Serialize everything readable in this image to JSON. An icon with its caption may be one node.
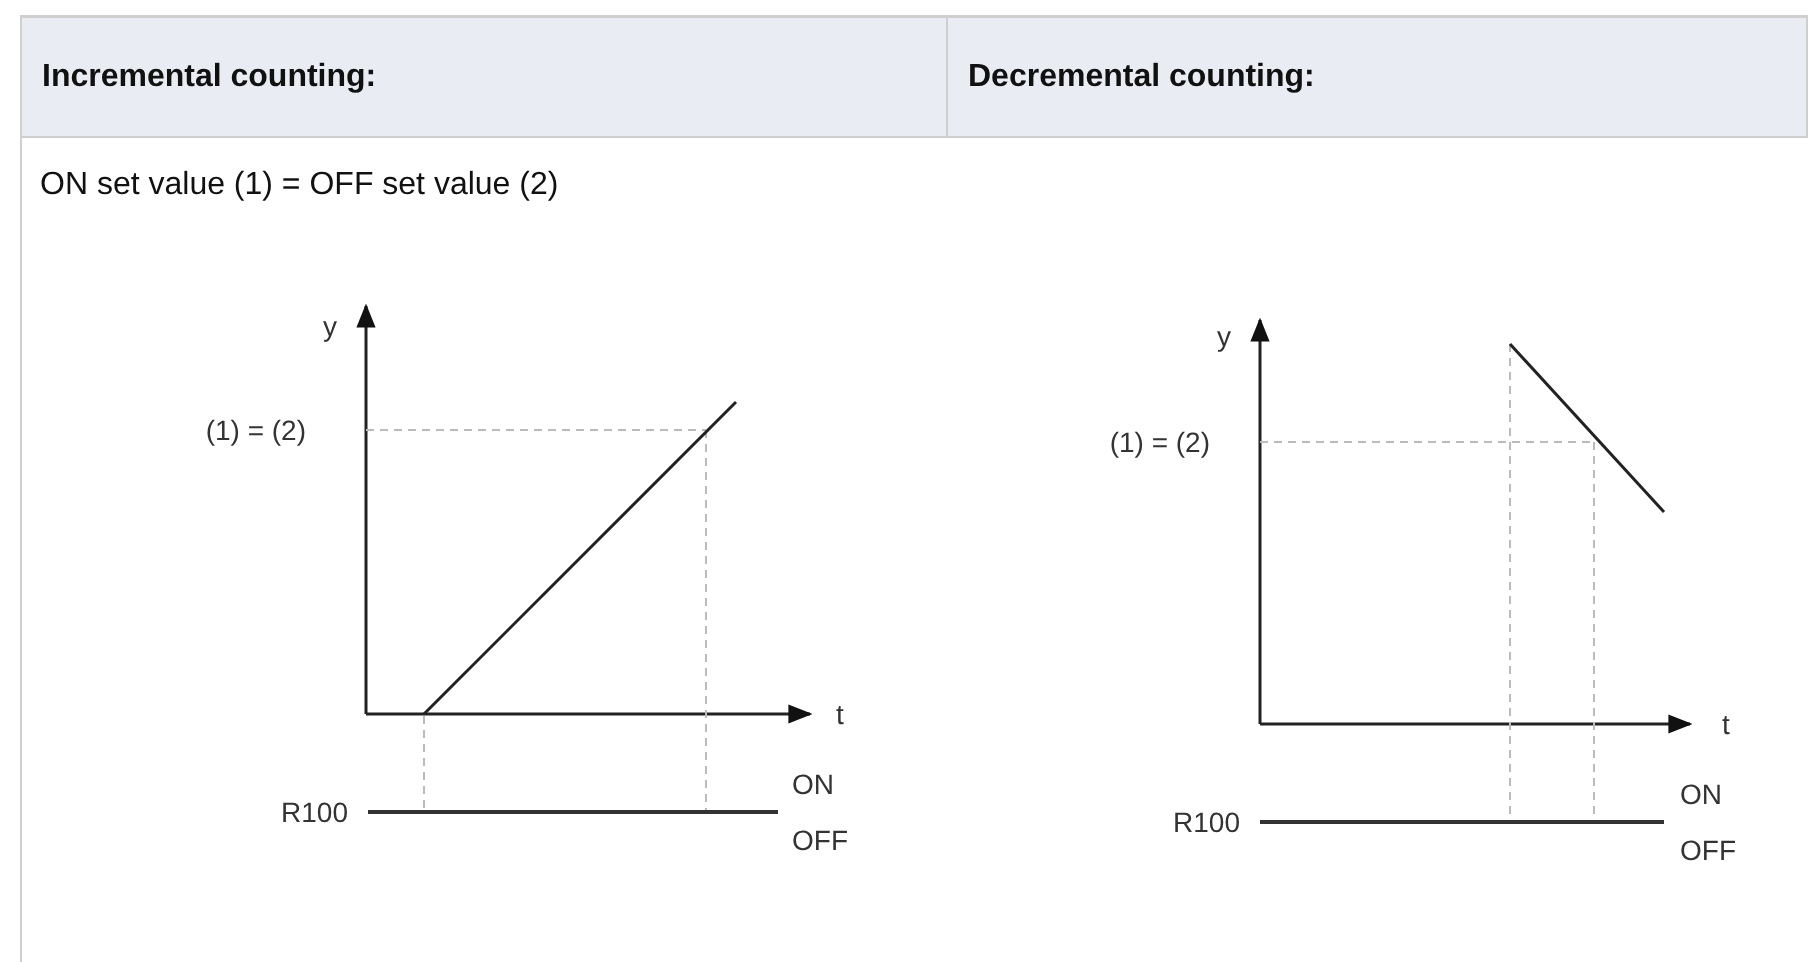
{
  "diagram": {
    "nodes": [
      {
        "text": [
          "Incremental counting:"
        ]
      },
      {
        "text": [
          "Decremental counting:"
        ]
      }
    ],
    "labels": [
      "ON set value (1) = OFF set value (2)",
      "y",
      "(1) = (2)",
      "t",
      "R100",
      "ON",
      "OFF",
      "y",
      "(1) = (2)",
      "t",
      "R100",
      "ON",
      "OFF"
    ]
  }
}
